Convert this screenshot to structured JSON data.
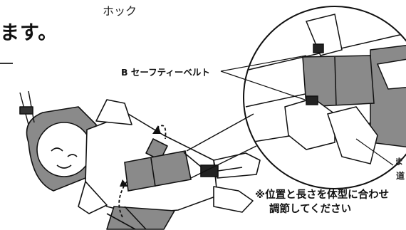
{
  "heading_fragment": "ます。",
  "labels": {
    "hook": "ホック",
    "b_safety_belt": "B セーフティーベルト",
    "side_partial_1": "ま",
    "side_partial_2": "道"
  },
  "note": {
    "line1": "※位置と長さを体型に合わせ",
    "line2": "調節してください"
  },
  "colors": {
    "belt_gray": "#8a8a8a",
    "line": "#111111",
    "paper": "#ffffff"
  }
}
